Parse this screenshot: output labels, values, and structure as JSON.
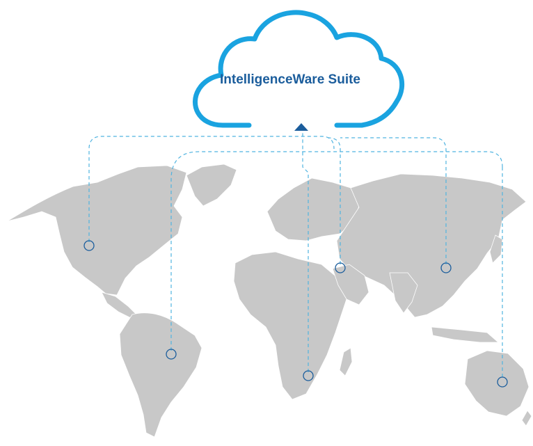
{
  "diagram": {
    "title": "IntelligenceWare Suite",
    "title_color": "#1b5d9c",
    "cloud_color": "#1aa3e0",
    "connector_color": "#4fb3e0",
    "marker_color": "#1b5d9c",
    "land_color": "#c8c8c8",
    "arrow_icon": "upload-arrow-icon",
    "locations": [
      {
        "id": "north-america"
      },
      {
        "id": "south-america"
      },
      {
        "id": "southern-africa"
      },
      {
        "id": "middle-east"
      },
      {
        "id": "east-asia"
      },
      {
        "id": "australia"
      }
    ]
  }
}
